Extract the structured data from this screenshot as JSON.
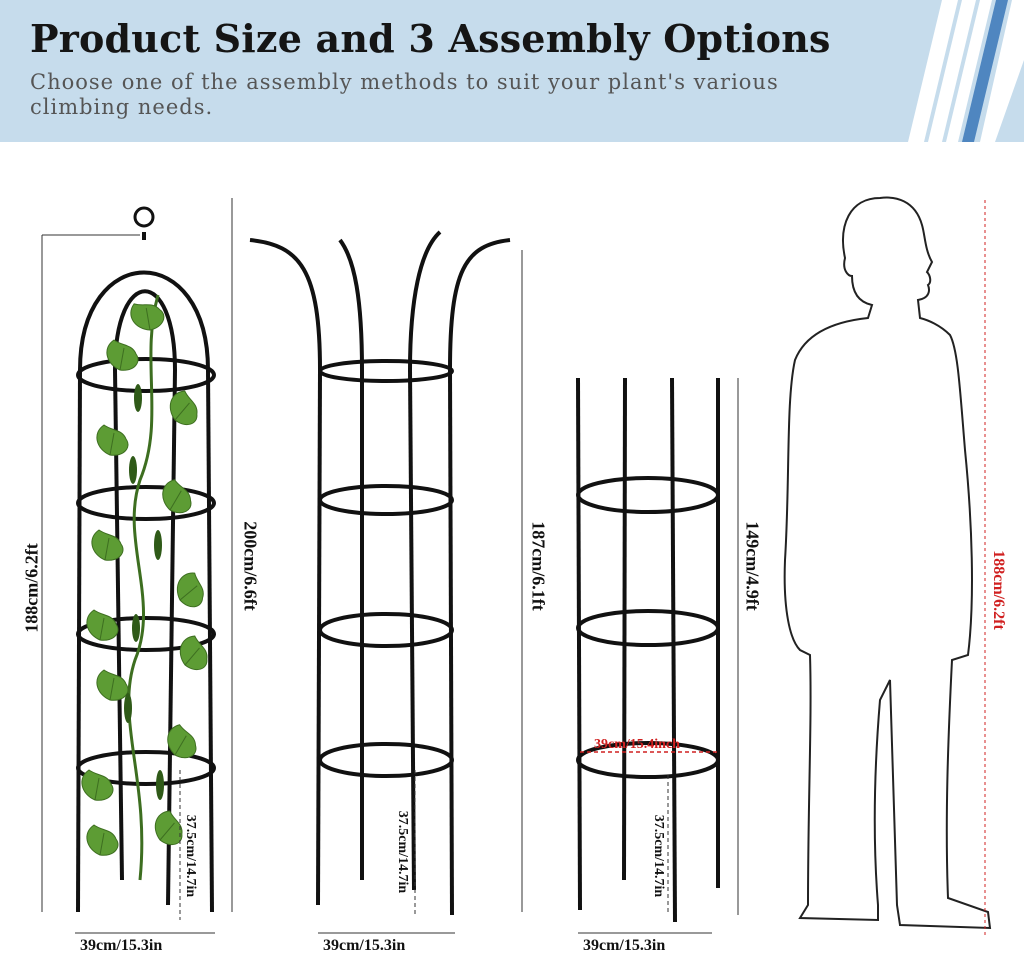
{
  "header": {
    "title": "Product Size and 3 Assembly Options",
    "subtitle": "Choose one of the assembly methods to suit your plant's various climbing needs."
  },
  "colors": {
    "header_bg": "#c6dcec",
    "stripe": "#ffffff",
    "stripe_dark": "#4f86c0",
    "frame": "#111111",
    "leaf": "#5d9c34",
    "accent_red": "#d02020"
  },
  "option1": {
    "height_label": "188cm/6.2ft",
    "total_label": "200cm/6.6ft",
    "spacing_label": "37.5cm/14.7in",
    "width_label": "39cm/15.3in"
  },
  "option2": {
    "height_label": "187cm/6.1ft",
    "spacing_label": "37.5cm/14.7in",
    "width_label": "39cm/15.3in"
  },
  "option3": {
    "height_label": "149cm/4.9ft",
    "diameter_label": "39cm/15.4inch",
    "spacing_label": "37.5cm/14.7in",
    "width_label": "39cm/15.3in"
  },
  "person": {
    "height_label": "188cm/6.2ft"
  }
}
